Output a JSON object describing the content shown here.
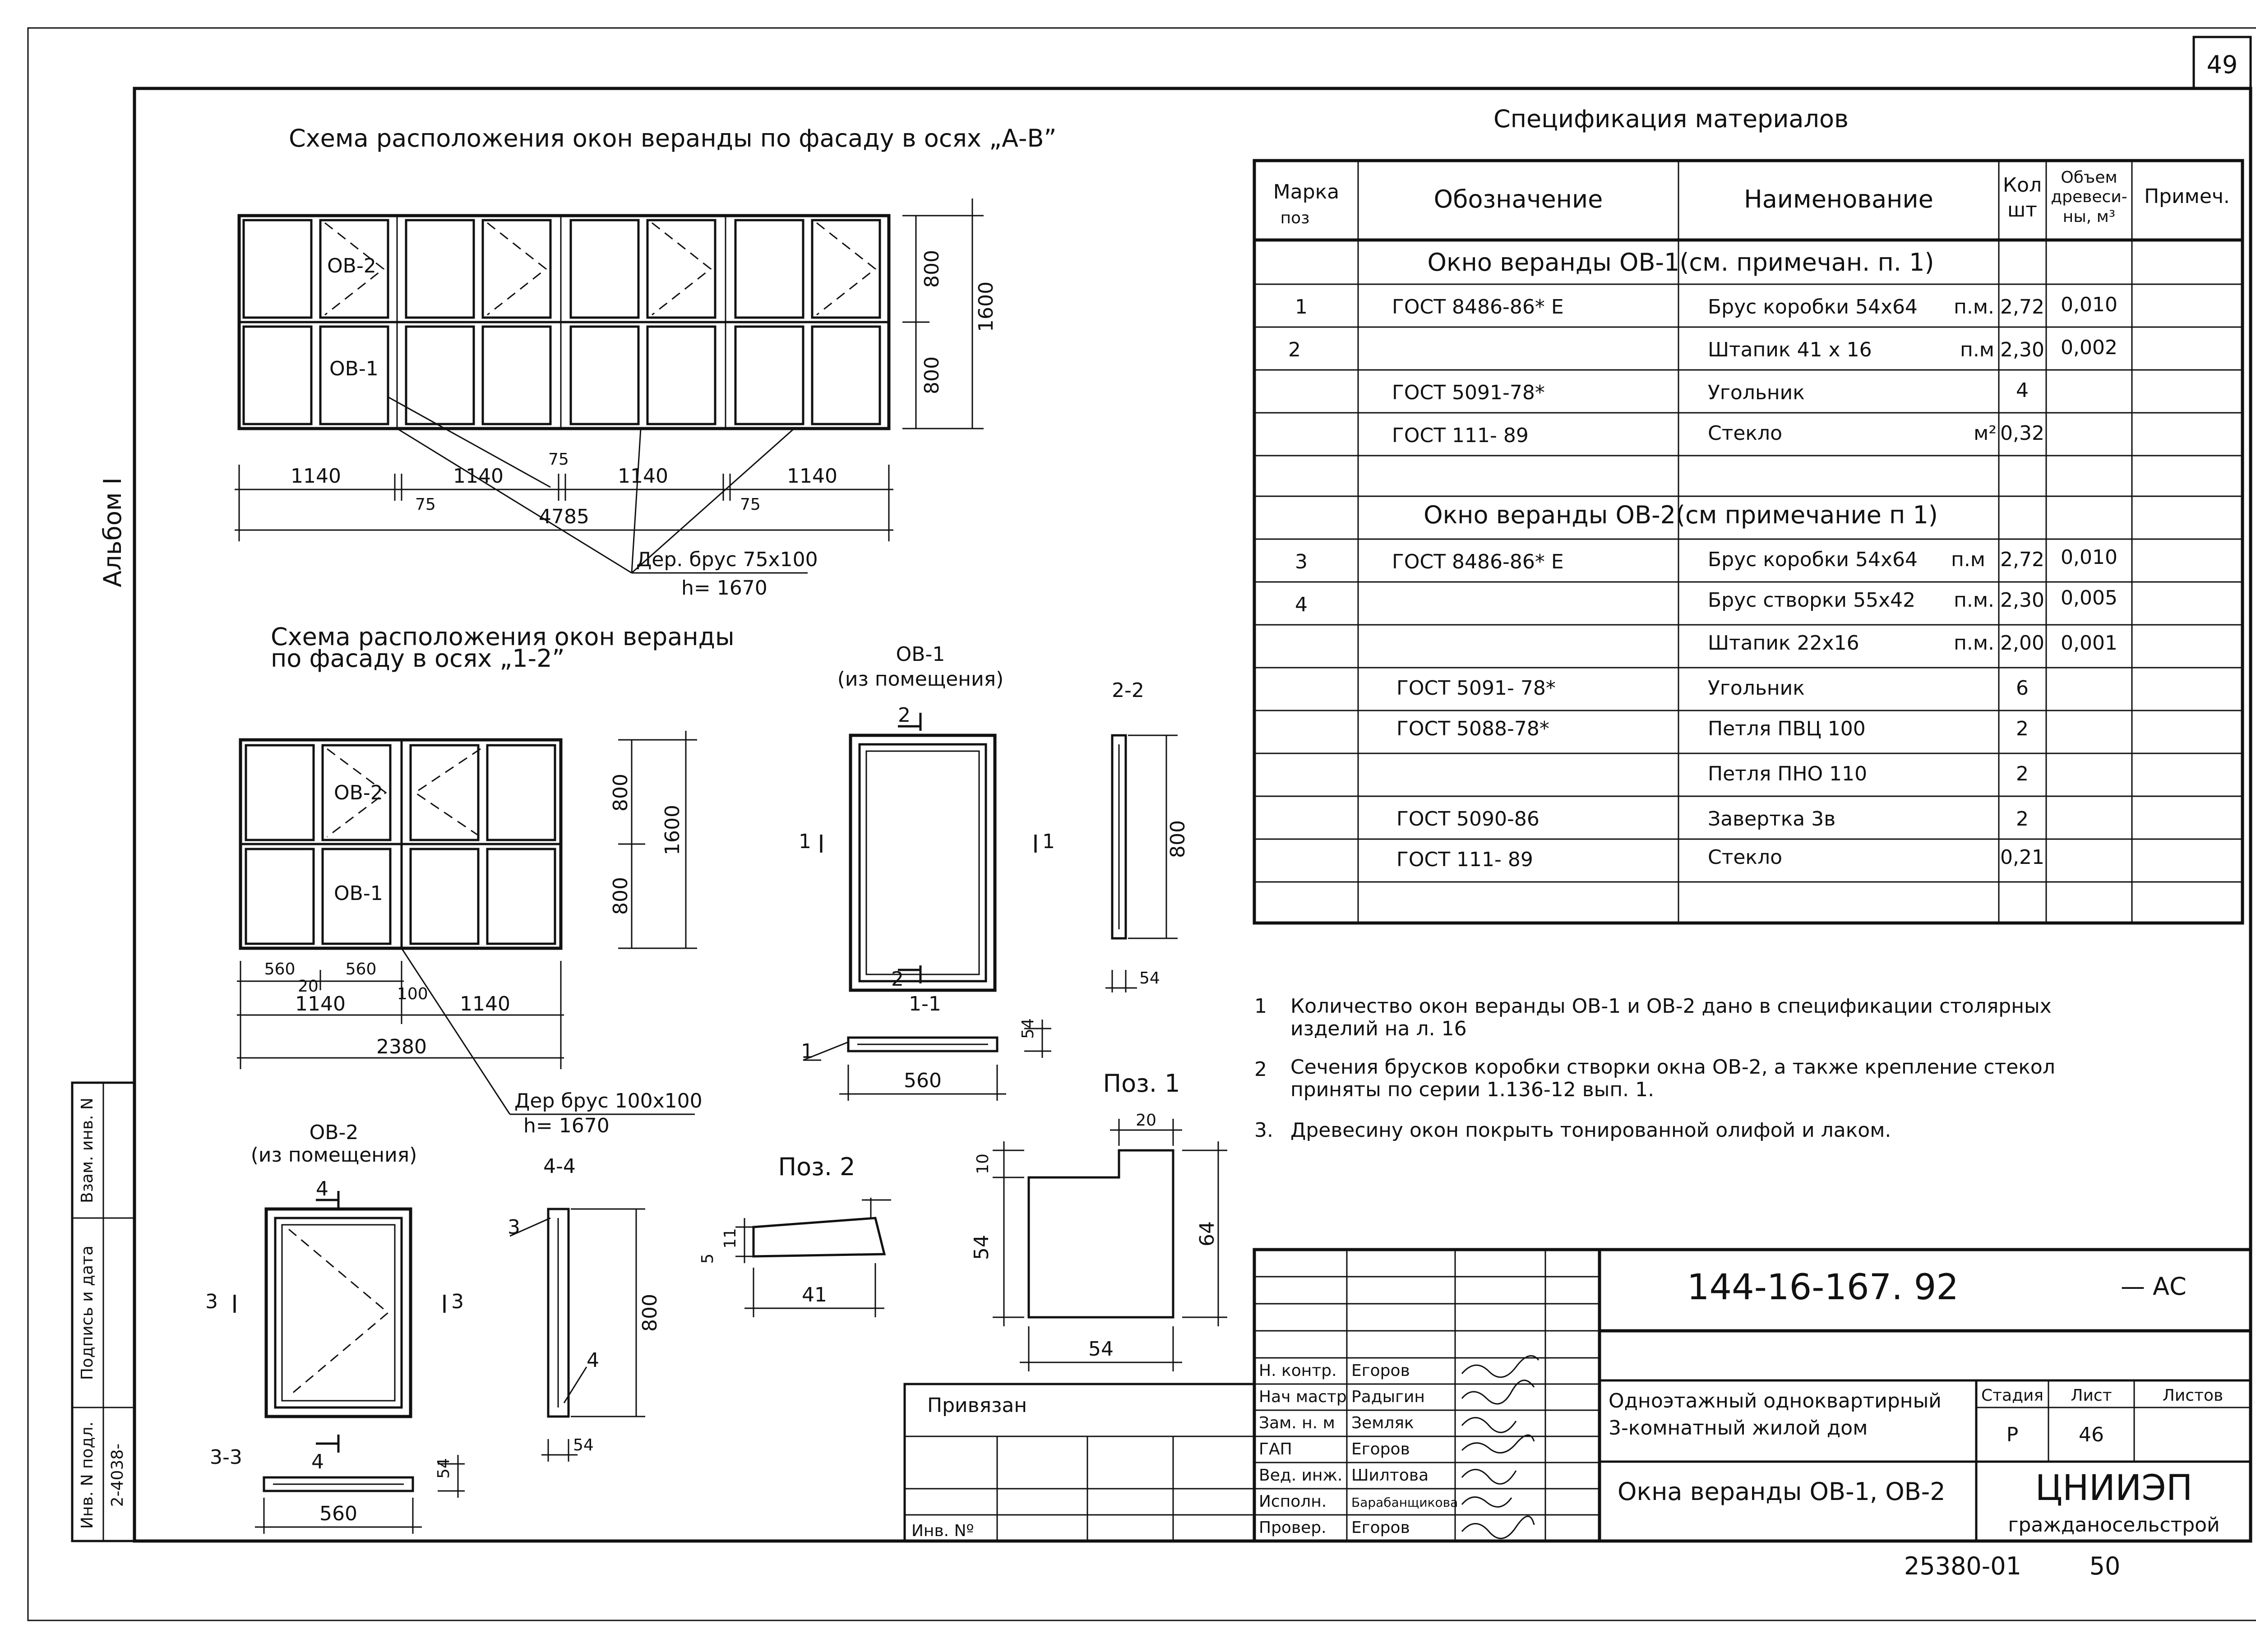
{
  "sheet": {
    "number_top": "49",
    "number_bottom": "50",
    "archive_code": "25380-01",
    "album": "Альбом I"
  },
  "left_stamp": {
    "inv_podl": "Инв. N подл.",
    "podpis": "Подпись и дата",
    "vzam": "Взам. инв. N",
    "inv_value": "2-4038-"
  },
  "scheme_ab": {
    "title": "Схема расположения окон веранды по фасаду в осях „А-В”",
    "label_ob2": "ОВ-2",
    "label_ob1": "ОВ-1",
    "dims": {
      "h_top": "800",
      "h_bot": "800",
      "h_total": "1600",
      "w1": "1140",
      "w2": "1140",
      "w3": "1140",
      "w4": "1140",
      "gap1": "75",
      "gap2": "75",
      "gap3": "75",
      "total": "4785"
    },
    "note1": "Дер. брус 75х100",
    "note2": "h= 1670"
  },
  "scheme_12": {
    "title_l1": "Схема расположения окон веранды",
    "title_l2": "по фасаду в осях „1-2”",
    "label_ob2": "ОВ-2",
    "label_ob1": "ОВ-1",
    "dims": {
      "h_top": "800",
      "h_bot": "800",
      "h_total": "1600",
      "s1": "560",
      "s2": "560",
      "g20": "20",
      "g100": "100",
      "w1": "1140",
      "w2": "1140",
      "total": "2380"
    },
    "note1": "Дер брус 100х100",
    "note2": "h= 1670"
  },
  "ov1_view": {
    "title_l1": "ОВ-1",
    "title_l2": "(из помещения)",
    "cut_a": "1",
    "cut_b": "2",
    "section": "2-2",
    "section2": "1-1",
    "h": "800",
    "w": "560",
    "thk": "54",
    "thk2": "54",
    "pos": "1"
  },
  "ov2_view": {
    "title_l1": "ОВ-2",
    "title_l2": "(из помещения)",
    "cut_a": "3",
    "cut_b": "4",
    "section": "4-4",
    "section2": "3-3",
    "h": "800",
    "w": "560",
    "thk": "54",
    "thk2": "54",
    "pos3": "3",
    "pos4": "4"
  },
  "pos2": {
    "title": "Поз. 2",
    "h1": "5",
    "h2": "11",
    "w": "41"
  },
  "pos1": {
    "title": "Поз. 1",
    "w_top": "20",
    "h_top": "10",
    "h_left": "54",
    "h_right": "64",
    "w": "54"
  },
  "spec": {
    "title": "Спецификация материалов",
    "headers": {
      "mark": "Марка",
      "mark2": "поз",
      "designation": "Обозначение",
      "name": "Наименование",
      "qty": "Кол",
      "qty2": "шт",
      "vol": "Объем",
      "vol2": "древеси-",
      "vol3": "ны, м³",
      "note": "Примеч."
    },
    "group1": "Окно веранды ОВ-1(см. примечан. п. 1)",
    "group2": "Окно веранды ОВ-2(см примечание п 1)",
    "rows1": [
      {
        "mark": "1",
        "designation": "ГОСТ 8486-86* Е",
        "name": "Брус коробки 54х64",
        "unit": "п.м.",
        "qty": "2,72",
        "vol": "0,010"
      },
      {
        "mark": "2",
        "designation": "",
        "name": "Штапик 41 х 16",
        "unit": "п.м",
        "qty": "2,30",
        "vol": "0,002"
      },
      {
        "mark": "",
        "designation": "ГОСТ 5091-78*",
        "name": "Угольник",
        "unit": "",
        "qty": "4",
        "vol": ""
      },
      {
        "mark": "",
        "designation": "ГОСТ 111- 89",
        "name": "Стекло",
        "unit": "м²",
        "qty": "0,32",
        "vol": ""
      }
    ],
    "rows2": [
      {
        "mark": "3",
        "designation": "ГОСТ 8486-86* Е",
        "name": "Брус коробки 54х64",
        "unit": "п.м",
        "qty": "2,72",
        "vol": "0,010"
      },
      {
        "mark": "4",
        "designation": "",
        "name": "Брус створки 55х42",
        "unit": "п.м.",
        "qty": "2,30",
        "vol": "0,005"
      },
      {
        "mark": "",
        "designation": "",
        "name": "Штапик 22х16",
        "unit": "п.м.",
        "qty": "2,00",
        "vol": "0,001"
      },
      {
        "mark": "",
        "designation": "ГОСТ 5091- 78*",
        "name": "Угольник",
        "unit": "",
        "qty": "6",
        "vol": ""
      },
      {
        "mark": "",
        "designation": "ГОСТ 5088-78*",
        "name": "Петля ПВЦ 100",
        "unit": "",
        "qty": "2",
        "vol": ""
      },
      {
        "mark": "",
        "designation": "",
        "name": "Петля ПНО 110",
        "unit": "",
        "qty": "2",
        "vol": ""
      },
      {
        "mark": "",
        "designation": "ГОСТ 5090-86",
        "name": "Завертка 3в",
        "unit": "",
        "qty": "2",
        "vol": ""
      },
      {
        "mark": "",
        "designation": "ГОСТ 111- 89",
        "name": "Стекло",
        "unit": "",
        "qty": "0,21",
        "vol": ""
      }
    ]
  },
  "notes": [
    {
      "n": "1",
      "l1": "Количество окон веранды ОВ-1 и ОВ-2 дано в спецификации столярных",
      "l2": "изделий на л. 16"
    },
    {
      "n": "2",
      "l1": "Сечения брусков коробки створки окна ОВ-2, а также крепление стекол",
      "l2": "приняты по серии 1.136-12 вып. 1."
    },
    {
      "n": "3.",
      "l1": "Древесину окон покрыть тонированной олифой и лаком.",
      "l2": ""
    }
  ],
  "title_block": {
    "code": "144-16-167. 92",
    "suffix": "— АС",
    "object_l1": "Одноэтажный одноквартирный",
    "object_l2": "3-комнатный жилой дом",
    "sheet_title": "Окна веранды ОВ-1, ОВ-2",
    "stage_h": "Стадия",
    "sheet_h": "Лист",
    "sheets_h": "Листов",
    "stage": "Р",
    "sheet": "46",
    "org_l1": "ЦНИИЭП",
    "org_l2": "гражданосельстрой",
    "bound": "Привязан",
    "inv_no": "Инв. Nº",
    "roles": [
      {
        "role": "Н. контр.",
        "name": "Егоров"
      },
      {
        "role": "Нач мастр",
        "name": "Радыгин"
      },
      {
        "role": "Зам. н. м",
        "name": "Земляк"
      },
      {
        "role": "ГАП",
        "name": "Егоров"
      },
      {
        "role": "Вед. инж.",
        "name": "Шилтова"
      },
      {
        "role": "Исполн.",
        "name": "Барабанщикова"
      },
      {
        "role": "Провер.",
        "name": "Егоров"
      }
    ]
  }
}
